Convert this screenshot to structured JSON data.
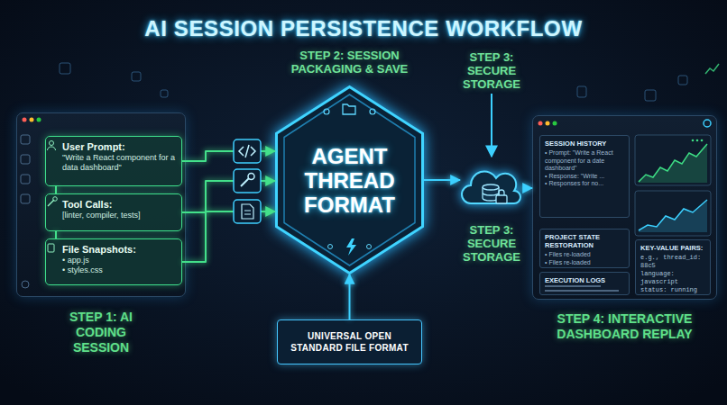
{
  "diagram": {
    "title": "AI SESSION PERSISTENCE WORKFLOW",
    "nodes": [
      {
        "text": [
          "STEP 1: AI CODING SESSION"
        ]
      },
      {
        "text": [
          "User Prompt:",
          "\"Write a React component for a data dashboard\""
        ],
        "in": 0
      },
      {
        "text": [
          "Tool Calls:",
          "[linter, compiler, tests]"
        ],
        "in": 0
      },
      {
        "text": [
          "File Snapshots:",
          "• app.js",
          "• styles.css"
        ],
        "in": 0
      },
      {
        "text": [
          "AGENT THREAD FORMAT"
        ]
      },
      {
        "text": [
          "UNIVERSAL OPEN STANDARD FILE FORMAT"
        ]
      },
      {
        "text": [
          "STEP 3: SECURE STORAGE"
        ]
      },
      {
        "text": [
          "STEP 4: INTERACTIVE DASHBOARD REPLAY"
        ]
      },
      {
        "text": [
          "SESSION HISTORY",
          "• Prompt: \"Write a React component for a date dashboard\"",
          "• Response: \"Write ...",
          "• Responses for no..."
        ],
        "in": 7
      },
      {
        "text": [
          "PROJECT STATE RESTORATION",
          "• Files re-loaded",
          "• Files re-loaded"
        ],
        "in": 7
      },
      {
        "text": [
          "EXECUTION LOGS"
        ],
        "in": 7
      },
      {
        "text": [
          "KEY-VALUE PAIRS:",
          "e.g., thread_id: 88c5",
          "language: javascript",
          "status: running"
        ],
        "in": 7
      }
    ],
    "edges": [
      {
        "from": 1,
        "to": 2,
        "arrow": "none"
      },
      {
        "from": 2,
        "to": 3,
        "arrow": "none"
      },
      {
        "from": 1,
        "to": 4,
        "arrow": "to"
      },
      {
        "from": 2,
        "to": 4,
        "arrow": "to"
      },
      {
        "from": 3,
        "to": 4,
        "arrow": "to"
      },
      {
        "from": 5,
        "to": 4,
        "arrow": "to"
      },
      {
        "from": 4,
        "to": 6,
        "arrow": "to"
      },
      {
        "from": 6,
        "to": 7,
        "arrow": "to"
      }
    ],
    "labels": [
      "STEP 2: SESSION PACKAGING & SAVE",
      "STEP 3: SECURE STORAGE"
    ]
  }
}
